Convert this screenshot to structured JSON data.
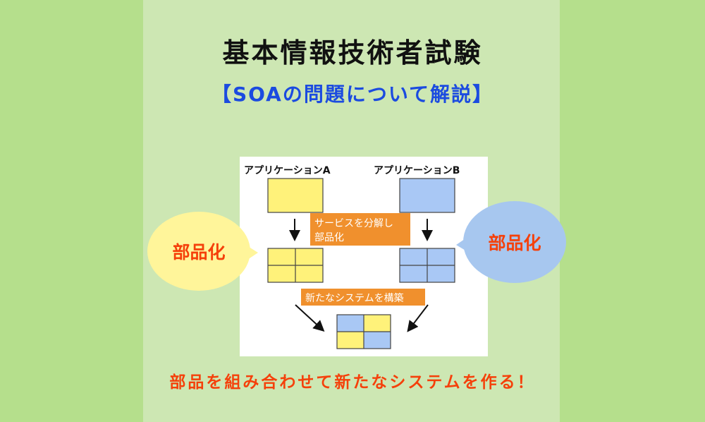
{
  "title": "基本情報技術者試験",
  "subtitle": "【SOAの問題について解説】",
  "footer": "部品を組み合わせて新たなシステムを作る！",
  "diagram": {
    "app_a_label": "アプリケーションA",
    "app_b_label": "アプリケーションB",
    "split_label_line1": "サービスを分解し",
    "split_label_line2": "部品化",
    "build_label": "新たなシステムを構築",
    "bubble_left": "部品化",
    "bubble_right": "部品化"
  },
  "colors": {
    "outer_bg": "#b5df8c",
    "panel_bg": "#cde7b3",
    "app_a": "#fff27a",
    "app_b": "#a9c8f5",
    "bubble_left": "#fff59a",
    "bubble_right": "#a7c7ef",
    "label_bg": "#f0902d",
    "accent_red": "#f5400a",
    "accent_blue": "#1b4be0"
  }
}
